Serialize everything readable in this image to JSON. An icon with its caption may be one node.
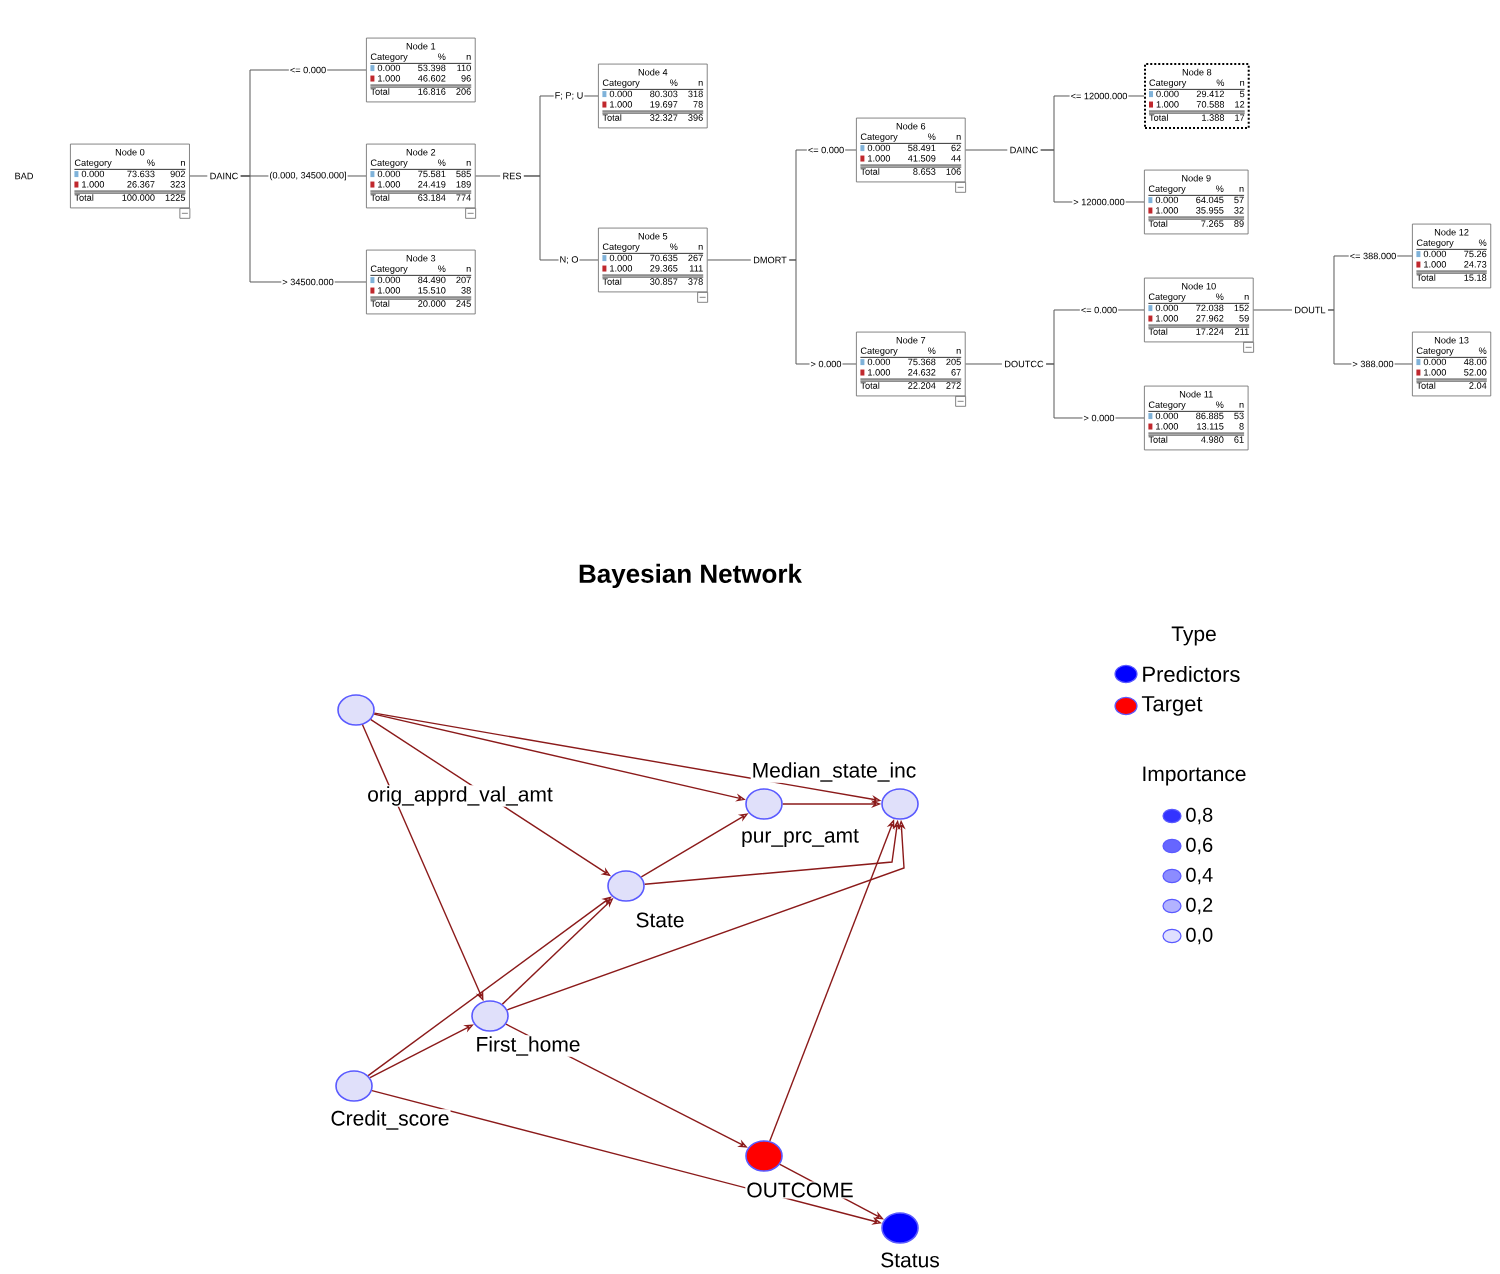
{
  "diagram": {
    "title": "Bayesian Network",
    "nodes": [
      {
        "text": [
          "Node 0",
          "Category",
          "%",
          "n",
          "0.000",
          "73.633",
          "902",
          "1.000",
          "26.367",
          "323",
          "Total",
          "100.000",
          "1225"
        ]
      },
      {
        "text": [
          "Node 1",
          "Category",
          "%",
          "n",
          "0.000",
          "53.398",
          "110",
          "1.000",
          "46.602",
          "96",
          "Total",
          "16.816",
          "206"
        ]
      },
      {
        "text": [
          "Node 2",
          "Category",
          "%",
          "n",
          "0.000",
          "75.581",
          "585",
          "1.000",
          "24.419",
          "189",
          "Total",
          "63.184",
          "774"
        ]
      },
      {
        "text": [
          "Node 3",
          "Category",
          "%",
          "n",
          "0.000",
          "84.490",
          "207",
          "1.000",
          "15.510",
          "38",
          "Total",
          "20.000",
          "245"
        ]
      },
      {
        "text": [
          "Node 4",
          "Category",
          "%",
          "n",
          "0.000",
          "80.303",
          "318",
          "1.000",
          "19.697",
          "78",
          "Total",
          "32.327",
          "396"
        ]
      },
      {
        "text": [
          "Node 5",
          "Category",
          "%",
          "n",
          "0.000",
          "70.635",
          "267",
          "1.000",
          "29.365",
          "111",
          "Total",
          "30.857",
          "378"
        ]
      },
      {
        "text": [
          "Node 6",
          "Category",
          "%",
          "n",
          "0.000",
          "58.491",
          "62",
          "1.000",
          "41.509",
          "44",
          "Total",
          "8.653",
          "106"
        ]
      },
      {
        "text": [
          "Node 7",
          "Category",
          "%",
          "n",
          "0.000",
          "75.368",
          "205",
          "1.000",
          "24.632",
          "67",
          "Total",
          "22.204",
          "272"
        ]
      },
      {
        "text": [
          "Node 8",
          "Category",
          "%",
          "n",
          "0.000",
          "29.412",
          "5",
          "1.000",
          "70.588",
          "12",
          "Total",
          "1.388",
          "17"
        ]
      },
      {
        "text": [
          "Node 9",
          "Category",
          "%",
          "n",
          "0.000",
          "64.045",
          "57",
          "1.000",
          "35.955",
          "32",
          "Total",
          "7.265",
          "89"
        ]
      },
      {
        "text": [
          "Node 10",
          "Category",
          "%",
          "n",
          "0.000",
          "72.038",
          "152",
          "1.000",
          "27.962",
          "59",
          "Total",
          "17.224",
          "211"
        ]
      },
      {
        "text": [
          "Node 11",
          "Category",
          "%",
          "n",
          "0.000",
          "86.885",
          "53",
          "1.000",
          "13.115",
          "8",
          "Total",
          "4.980",
          "61"
        ]
      },
      {
        "text": [
          "Node 12",
          "Category",
          "%",
          "0.000",
          "75.26",
          "1.000",
          "24.73",
          "Total",
          "15.18"
        ]
      },
      {
        "text": [
          "Node 13",
          "Category",
          "%",
          "0.000",
          "48.00",
          "1.000",
          "52.00",
          "Total",
          "2.04"
        ]
      },
      {
        "text": [
          "DAINC"
        ]
      },
      {
        "text": [
          "RES"
        ]
      },
      {
        "text": [
          "DMORT"
        ]
      },
      {
        "text": [
          "DAINC"
        ]
      },
      {
        "text": [
          "DOUTCC"
        ]
      },
      {
        "text": [
          "DOUTL"
        ]
      },
      {
        "text": [
          "orig_apprd_val_amt"
        ]
      },
      {
        "text": [
          "pur_prc_amt"
        ]
      },
      {
        "text": [
          "Median_state_inc"
        ]
      },
      {
        "text": [
          "State"
        ]
      },
      {
        "text": [
          "First_home"
        ]
      },
      {
        "text": [
          "Credit_score"
        ]
      },
      {
        "text": [
          "OUTCOME"
        ]
      },
      {
        "text": [
          "Status"
        ]
      }
    ],
    "edges": [
      {
        "from": 0,
        "to": 14,
        "arrow": "none"
      },
      {
        "from": 14,
        "to": 1,
        "arrow": "none",
        "label": "<= 0.000"
      },
      {
        "from": 14,
        "to": 2,
        "arrow": "none",
        "label": "(0.000, 34500.000]"
      },
      {
        "from": 14,
        "to": 3,
        "arrow": "none",
        "label": "> 34500.000"
      },
      {
        "from": 2,
        "to": 15,
        "arrow": "none"
      },
      {
        "from": 15,
        "to": 4,
        "arrow": "none",
        "label": "F; P; U"
      },
      {
        "from": 15,
        "to": 5,
        "arrow": "none",
        "label": "N; O"
      },
      {
        "from": 5,
        "to": 16,
        "arrow": "none"
      },
      {
        "from": 16,
        "to": 6,
        "arrow": "none",
        "label": "<= 0.000"
      },
      {
        "from": 16,
        "to": 7,
        "arrow": "none",
        "label": "> 0.000"
      },
      {
        "from": 6,
        "to": 17,
        "arrow": "none"
      },
      {
        "from": 17,
        "to": 8,
        "arrow": "none",
        "label": "<= 12000.000"
      },
      {
        "from": 17,
        "to": 9,
        "arrow": "none",
        "label": "> 12000.000"
      },
      {
        "from": 7,
        "to": 18,
        "arrow": "none"
      },
      {
        "from": 18,
        "to": 10,
        "arrow": "none",
        "label": "<= 0.000"
      },
      {
        "from": 18,
        "to": 11,
        "arrow": "none",
        "label": "> 0.000"
      },
      {
        "from": 10,
        "to": 19,
        "arrow": "none"
      },
      {
        "from": 19,
        "to": 12,
        "arrow": "none",
        "label": "<= 388.000"
      },
      {
        "from": 19,
        "to": 13,
        "arrow": "none",
        "label": "> 388.000"
      },
      {
        "from": 20,
        "to": 21,
        "arrow": "to",
        "color": "#8b1a1a"
      },
      {
        "from": 20,
        "to": 22,
        "arrow": "to",
        "color": "#8b1a1a"
      },
      {
        "from": 20,
        "to": 23,
        "arrow": "to",
        "color": "#8b1a1a"
      },
      {
        "from": 20,
        "to": 24,
        "arrow": "to",
        "color": "#8b1a1a"
      },
      {
        "from": 23,
        "to": 21,
        "arrow": "to",
        "color": "#8b1a1a"
      },
      {
        "from": 23,
        "to": 22,
        "arrow": "to",
        "color": "#8b1a1a"
      },
      {
        "from": 21,
        "to": 22,
        "arrow": "to",
        "color": "#8b1a1a"
      },
      {
        "from": 24,
        "to": 23,
        "arrow": "to",
        "color": "#8b1a1a"
      },
      {
        "from": 24,
        "to": 22,
        "arrow": "to",
        "color": "#8b1a1a"
      },
      {
        "from": 24,
        "to": 26,
        "arrow": "to",
        "color": "#8b1a1a"
      },
      {
        "from": 25,
        "to": 24,
        "arrow": "to",
        "color": "#8b1a1a"
      },
      {
        "from": 25,
        "to": 23,
        "arrow": "to",
        "color": "#8b1a1a"
      },
      {
        "from": 25,
        "to": 27,
        "arrow": "to",
        "color": "#8b1a1a"
      },
      {
        "from": 26,
        "to": 22,
        "arrow": "to",
        "color": "#8b1a1a"
      },
      {
        "from": 26,
        "to": 27,
        "arrow": "to",
        "color": "#8b1a1a"
      }
    ],
    "labels": [
      "BAD",
      "Type",
      "Importance"
    ],
    "legend": [
      {
        "text": "Predictors",
        "color": "#0000ff"
      },
      {
        "text": "Target",
        "color": "#ff0000"
      },
      {
        "text": "0,8",
        "color": "#3333ff"
      },
      {
        "text": "0,6",
        "color": "#6666ff"
      },
      {
        "text": "0,4",
        "color": "#8c8cff"
      },
      {
        "text": "0,2",
        "color": "#b3b3ff"
      },
      {
        "text": "0,0",
        "color": "#e0e0ff"
      }
    ]
  }
}
